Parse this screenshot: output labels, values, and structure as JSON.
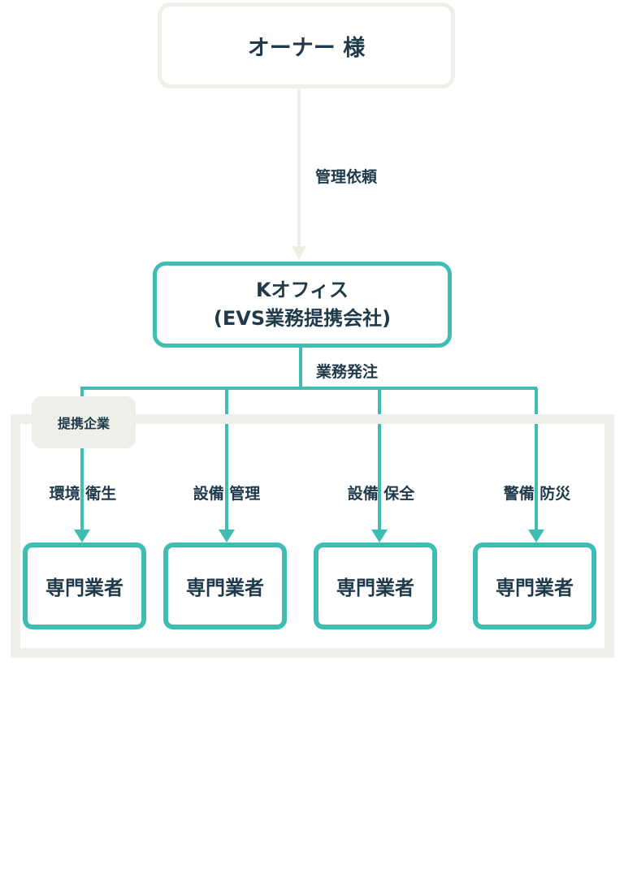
{
  "owner": {
    "label": "オーナー 様"
  },
  "request_label": "管理依頼",
  "office": {
    "line1": "Kオフィス",
    "line2": "(EVS業務提携会社)"
  },
  "order_label": "業務発注",
  "group_label": "提携企業",
  "categories": [
    {
      "label": "環境 衛生",
      "vendor": "専門業者"
    },
    {
      "label": "設備 管理",
      "vendor": "専門業者"
    },
    {
      "label": "設備 保全",
      "vendor": "専門業者"
    },
    {
      "label": "警備 防災",
      "vendor": "専門業者"
    }
  ],
  "colors": {
    "accent": "#3fbdb3",
    "neutral": "#efefe9",
    "text": "#1f3a4a"
  }
}
